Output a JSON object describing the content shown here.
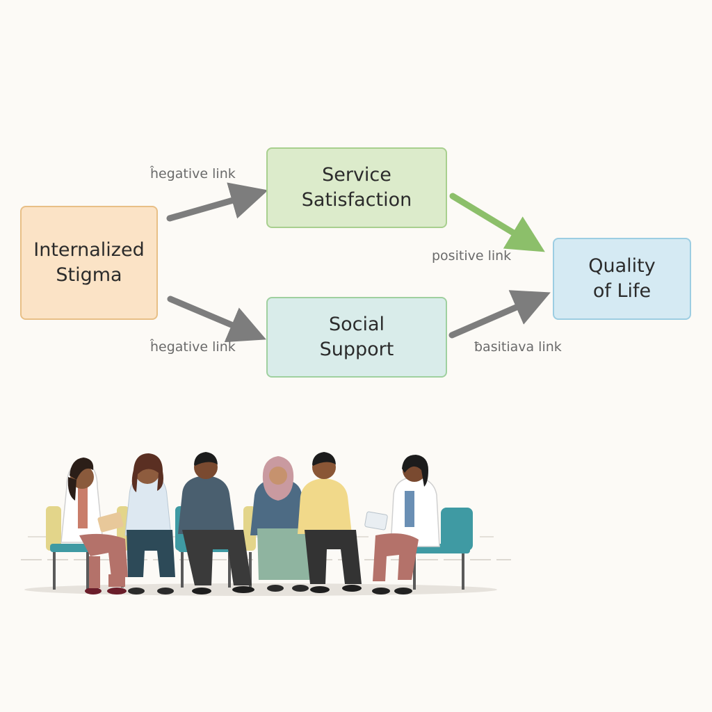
{
  "nodes": {
    "internalized_stigma": [
      "Internalized",
      "Stigma"
    ],
    "service_satisfaction": [
      "Service",
      "Satisfaction"
    ],
    "social_support": [
      "Social",
      "Support"
    ],
    "quality_of_life": [
      "Quality",
      "of Life"
    ]
  },
  "edges": {
    "stigma_to_service": "ĥegative link",
    "service_to_quality": "positive link",
    "stigma_to_social": "ĥegative link",
    "social_to_quality": "ƀasitiava link"
  },
  "colors": {
    "negative_arrow": "#7d7d7d",
    "positive_arrow_green": "#8cbf6a",
    "positive_arrow_gray": "#7d7d7d",
    "stigma_fill": "#fbe3c6",
    "service_fill": "#dcebcb",
    "social_fill": "#d9ecea",
    "quality_fill": "#d5eaf3"
  },
  "illustration": {
    "description_icon": "seated-support-group-illustration"
  }
}
